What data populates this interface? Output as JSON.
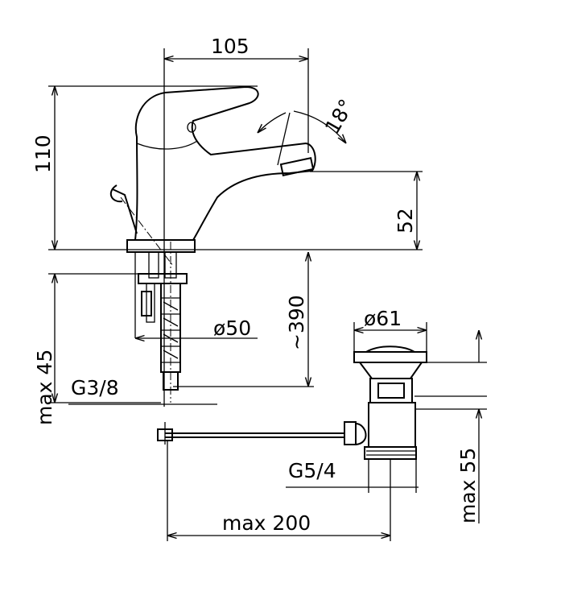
{
  "dimensions": {
    "width_top": "105",
    "height_total": "110",
    "angle": "18°",
    "spout_height": "52",
    "hose_length": "~390",
    "hole_diameter": "ø50",
    "max_thickness": "max 45",
    "thread_faucet": "G3/8",
    "drain_diameter": "ø61",
    "drain_max": "max 55",
    "thread_drain": "G5/4",
    "rod_max": "max 200"
  }
}
